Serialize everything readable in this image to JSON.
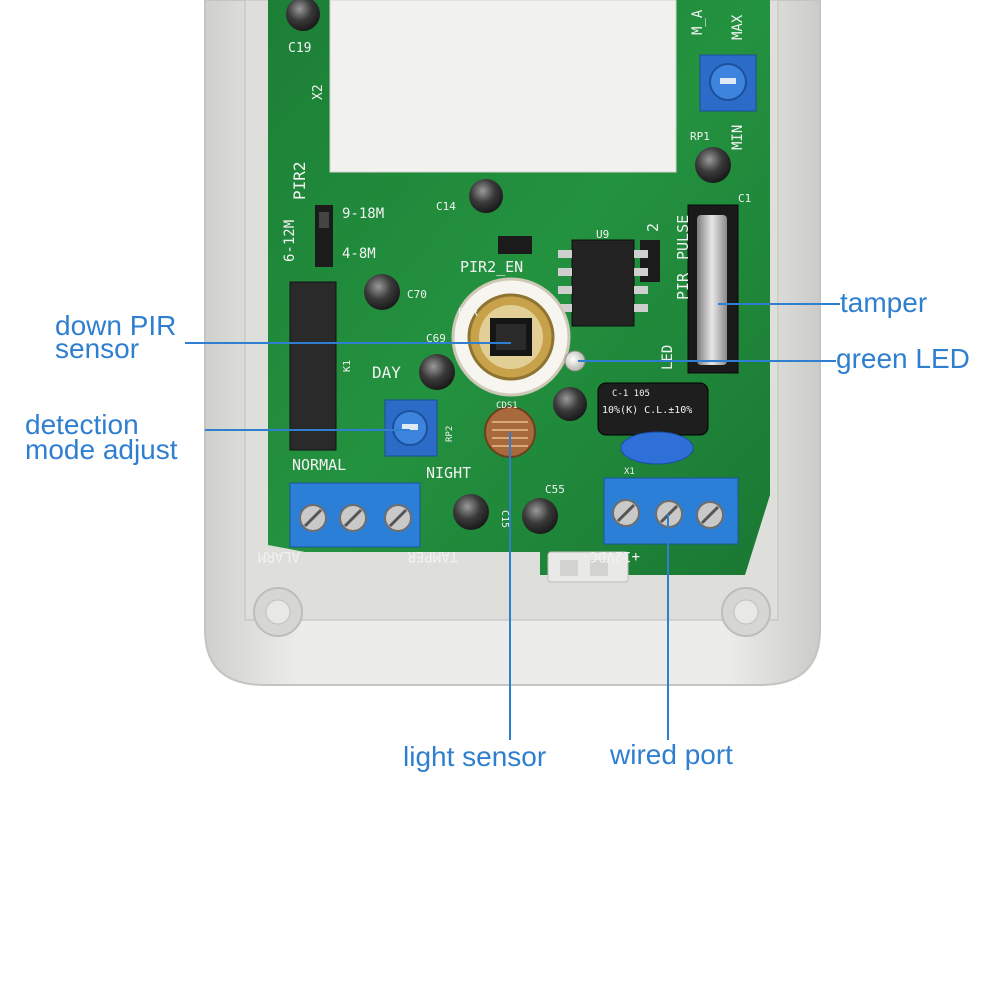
{
  "callouts": {
    "tamper": "tamper",
    "green_led": "green LED",
    "down_pir_line1": "down PIR",
    "down_pir_line2": "sensor",
    "detection_line1": "detection",
    "detection_line2": "mode adjust",
    "light_sensor": "light sensor",
    "wired_port": "wired port"
  },
  "pcb_silkscreen": {
    "c19": "C19",
    "x2": "X2",
    "pir2": "PIR2",
    "m_a": "M_A",
    "max": "MAX",
    "min": "MIN",
    "rp1": "RP1",
    "c1": "C1",
    "range_6_12": "6-12M",
    "range_9_18": "9-18M",
    "range_4_8": "4-8M",
    "c14": "C14",
    "u9": "U9",
    "pir2_en": "PIR2_EN",
    "jp2": "2",
    "pulse": "PULSE",
    "pir": "PIR",
    "c70": "C70",
    "pir1": "PIR",
    "c69": "C69",
    "led": "LED",
    "k1": "K1",
    "day": "DAY",
    "cds1": "CDS1",
    "rp2": "RP2",
    "cap_top": "C-1 105",
    "cap_mid": "10%(K) C.L.±10%",
    "normal": "NORMAL",
    "night": "NIGHT",
    "x1": "X1",
    "c55": "C55",
    "c15": "C15",
    "alarm": "ALARM",
    "tamper_label": "TAMPER",
    "power": "+12VDC-"
  },
  "colors": {
    "callout_text": "#2f7fd0",
    "pcb_green": "#1f8a3c",
    "housing": "#e4e4e2",
    "terminal_blue": "#2b7fd6"
  }
}
